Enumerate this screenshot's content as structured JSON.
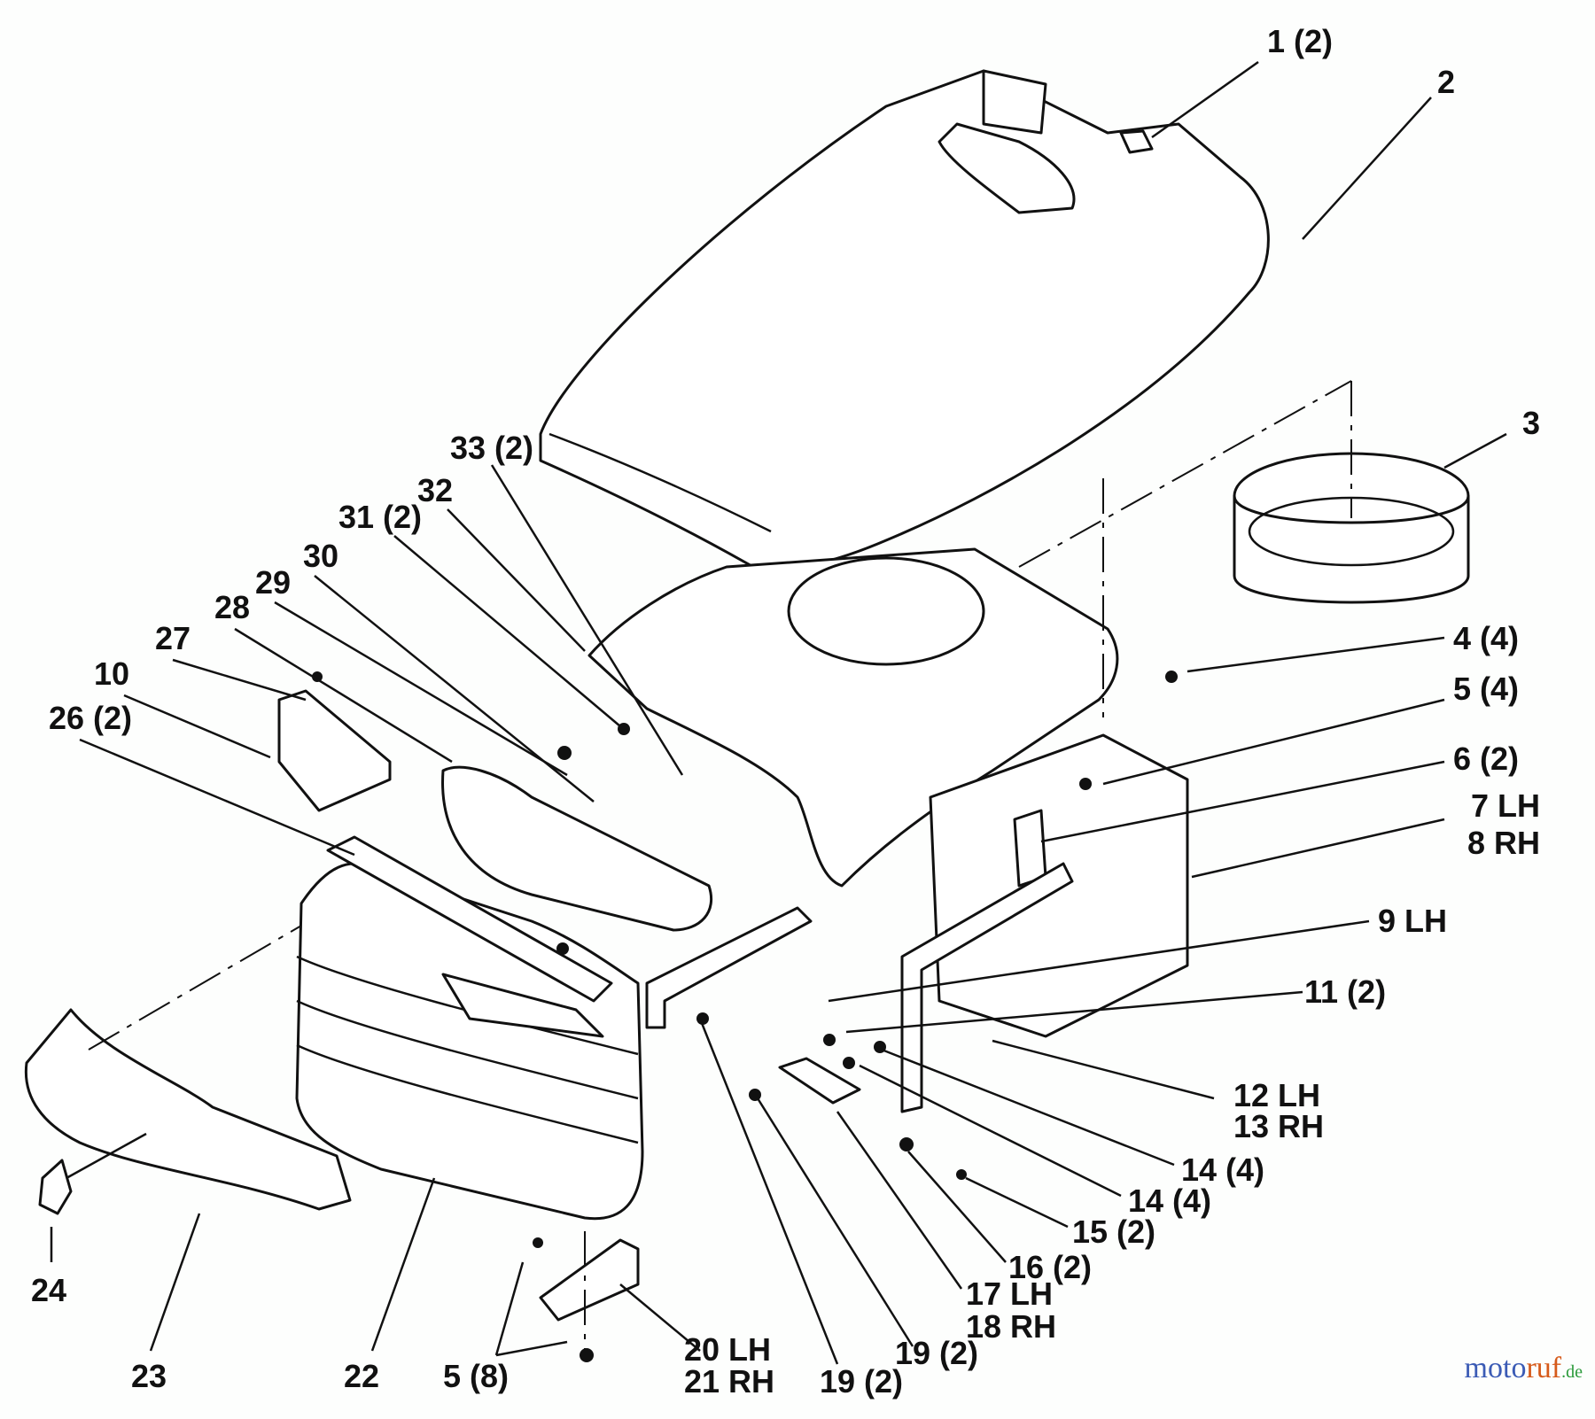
{
  "diagram": {
    "callouts": [
      {
        "id": "c1",
        "text": "1 (2)"
      },
      {
        "id": "c2",
        "text": "2"
      },
      {
        "id": "c3",
        "text": "3"
      },
      {
        "id": "c4",
        "text": "4 (4)"
      },
      {
        "id": "c5a",
        "text": "5 (4)"
      },
      {
        "id": "c6",
        "text": "6 (2)"
      },
      {
        "id": "c7",
        "text": "7 LH"
      },
      {
        "id": "c8",
        "text": "8 RH"
      },
      {
        "id": "c9",
        "text": "9 LH"
      },
      {
        "id": "c11",
        "text": "11 (2)"
      },
      {
        "id": "c12",
        "text": "12 LH"
      },
      {
        "id": "c13",
        "text": "13 RH"
      },
      {
        "id": "c14a",
        "text": "14 (4)"
      },
      {
        "id": "c14b",
        "text": "14 (4)"
      },
      {
        "id": "c15",
        "text": "15 (2)"
      },
      {
        "id": "c16",
        "text": "16 (2)"
      },
      {
        "id": "c17",
        "text": "17 LH"
      },
      {
        "id": "c18",
        "text": "18 RH"
      },
      {
        "id": "c19a",
        "text": "19 (2)"
      },
      {
        "id": "c19b",
        "text": "19 (2)"
      },
      {
        "id": "c20",
        "text": "20 LH"
      },
      {
        "id": "c21",
        "text": "21 RH"
      },
      {
        "id": "c5b",
        "text": "5 (8)"
      },
      {
        "id": "c22",
        "text": "22"
      },
      {
        "id": "c23",
        "text": "23"
      },
      {
        "id": "c24",
        "text": "24"
      },
      {
        "id": "c26",
        "text": "26 (2)"
      },
      {
        "id": "c10",
        "text": "10"
      },
      {
        "id": "c27",
        "text": "27"
      },
      {
        "id": "c28",
        "text": "28"
      },
      {
        "id": "c29",
        "text": "29"
      },
      {
        "id": "c30",
        "text": "30"
      },
      {
        "id": "c31",
        "text": "31 (2)"
      },
      {
        "id": "c32",
        "text": "32"
      },
      {
        "id": "c33",
        "text": "33 (2)"
      }
    ]
  },
  "watermark": {
    "text_a": "moto",
    "text_b": "ruf",
    "text_c": ".de",
    "colors": [
      "#3b5bb5",
      "#d33",
      "#e0a000",
      "#2a9a3a"
    ]
  }
}
